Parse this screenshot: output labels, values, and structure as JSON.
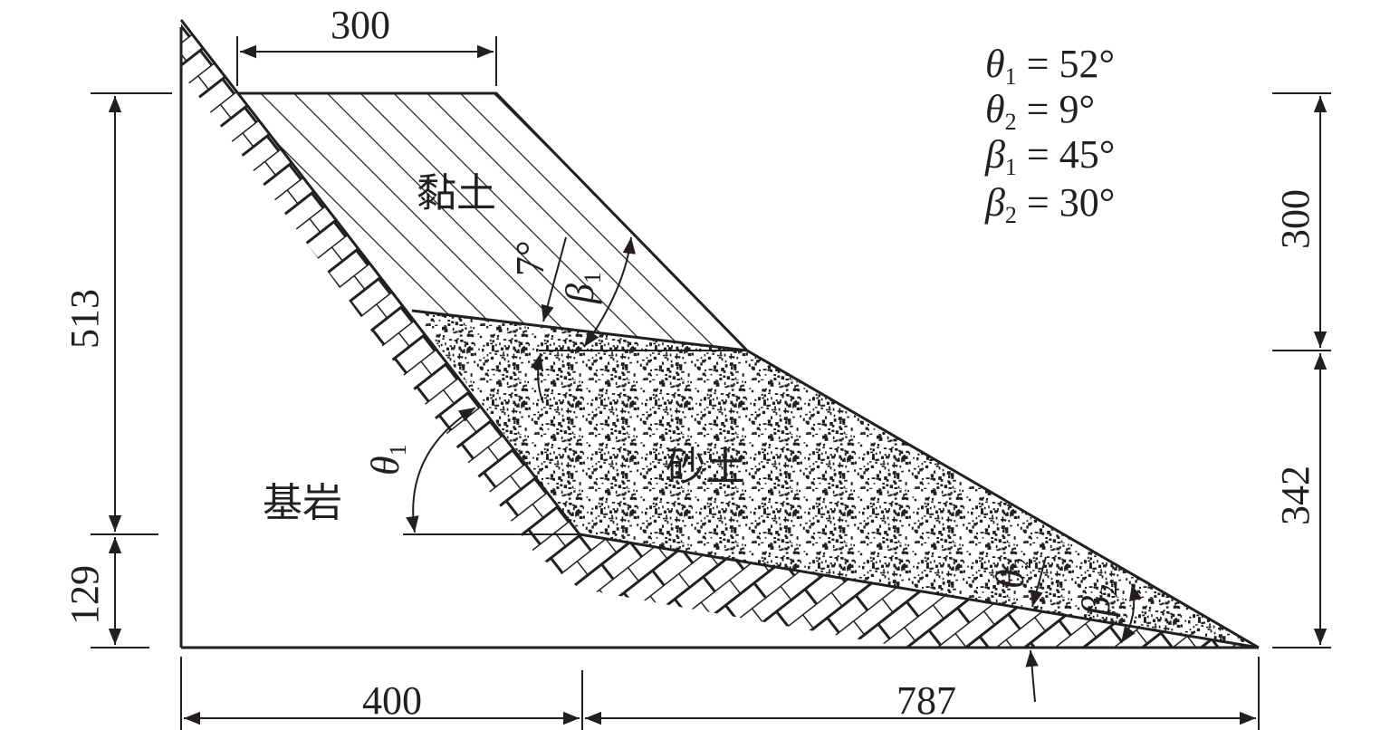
{
  "figure": {
    "materials": {
      "clay": "黏土",
      "sand": "砂土",
      "bedrock": "基岩"
    },
    "dimensions": {
      "top_width": "300",
      "left_upper": "513",
      "left_lower": "129",
      "right_upper": "300",
      "right_lower": "342",
      "bottom_left": "400",
      "bottom_right": "787"
    },
    "angles": {
      "theta1": "θ",
      "theta1_sub": "1",
      "theta2": "θ",
      "theta2_sub": "2",
      "beta1": "β",
      "beta1_sub": "1",
      "beta2": "β",
      "beta2_sub": "2",
      "seven": "7°"
    },
    "legend": [
      {
        "sym": "θ",
        "sub": "1",
        "val": " = 52°"
      },
      {
        "sym": "θ",
        "sub": "2",
        "val": " = 9°"
      },
      {
        "sym": "β",
        "sub": "1",
        "val": " = 45°"
      },
      {
        "sym": "β",
        "sub": "2",
        "val": " = 30°"
      }
    ],
    "colors": {
      "ink": "#231f20",
      "background": "#ffffff"
    }
  }
}
